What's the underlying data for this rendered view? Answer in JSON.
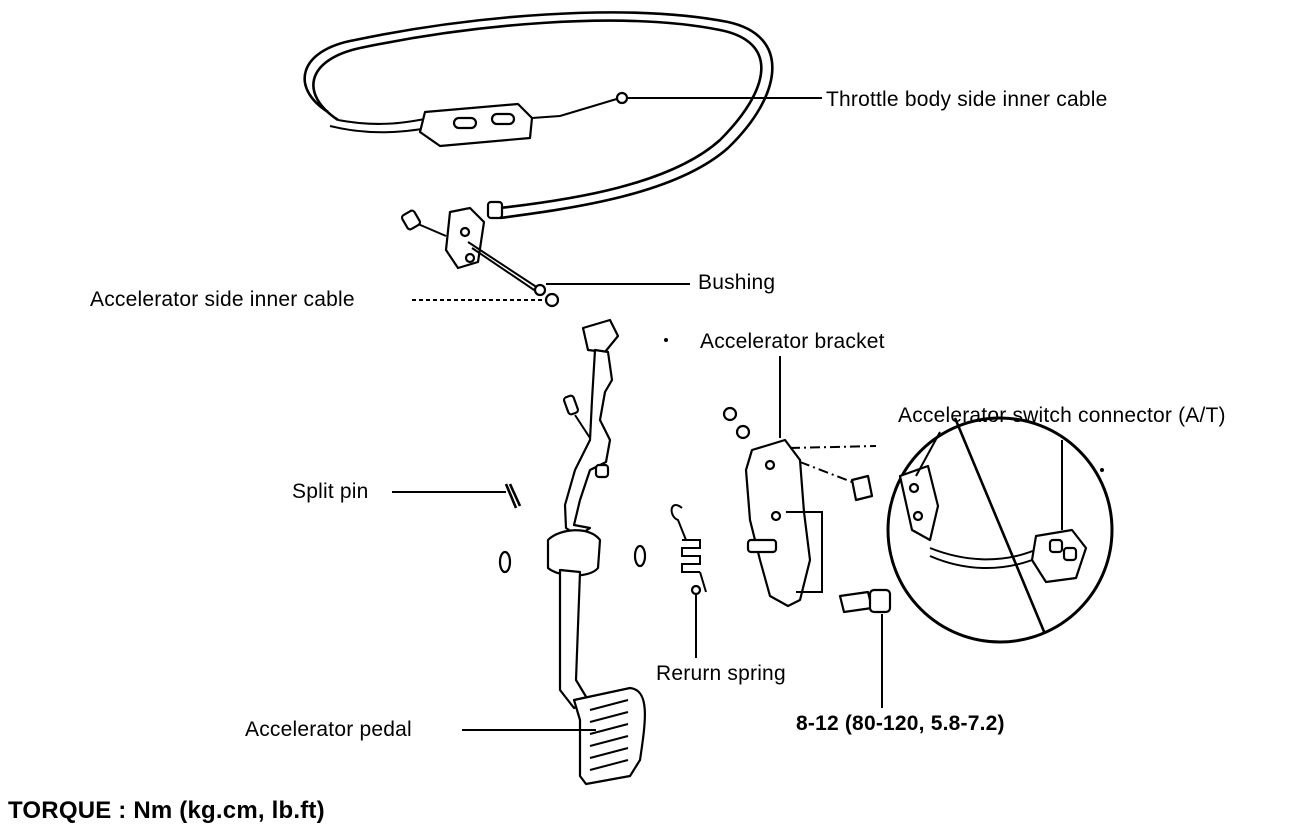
{
  "labels": {
    "throttle_cable": "Throttle body side inner cable",
    "bushing": "Bushing",
    "accelerator_cable": "Accelerator side inner cable",
    "accelerator_bracket": "Accelerator bracket",
    "switch_connector": "Accelerator switch connector (A/T)",
    "split_pin": "Split pin",
    "return_spring": "Rerurn spring",
    "torque_value": "8-12 (80-120, 5.8-7.2)",
    "accelerator_pedal": "Accelerator pedal",
    "torque_units": "TORQUE : Nm (kg.cm, lb.ft)"
  }
}
